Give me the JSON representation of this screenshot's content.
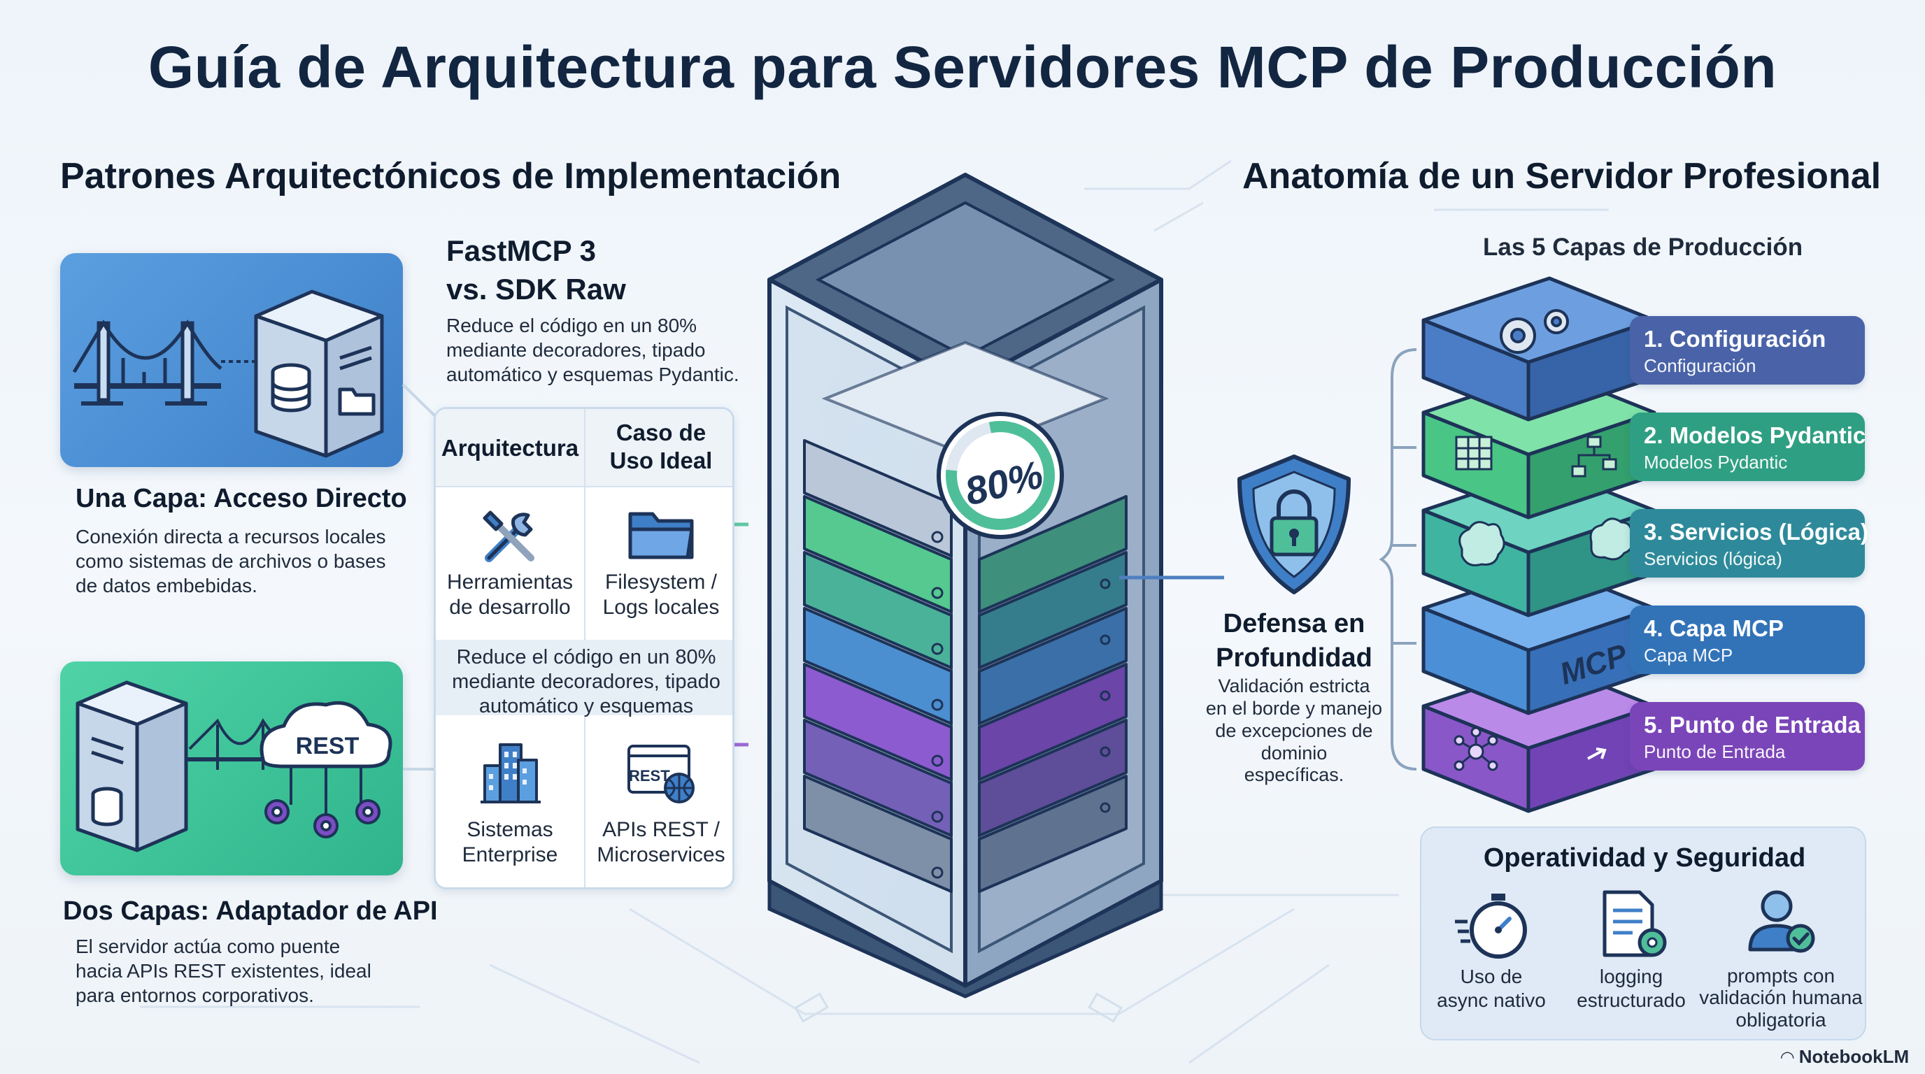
{
  "title": "Guía de Arquitectura para Servidores MCP de Producción",
  "left": {
    "section_title": "Patrones Arquitectónicos de Implementación",
    "one_layer": {
      "heading": "Una Capa: Acceso Directo",
      "text_lines": [
        "Conexión directa a recursos locales",
        "como sistemas de archivos o bases",
        "de datos embebidas."
      ]
    },
    "two_layers": {
      "heading": "Dos Capas: Adaptador de API",
      "badge": "REST",
      "text_lines": [
        "El servidor actúa como puente",
        "hacia APIs REST existentes, ideal",
        "para entornos corporativos."
      ]
    }
  },
  "fastmcp": {
    "heading_lines": [
      "FastMCP 3",
      "vs. SDK Raw"
    ],
    "text_lines": [
      "Reduce el código en un 80%",
      "mediante decoradores, tipado",
      "automático y esquemas Pydantic."
    ],
    "table": {
      "col1": "Arquitectura",
      "col2_lines": [
        "Caso de",
        "Uso Ideal"
      ],
      "row1": {
        "left_lines": [
          "Herramientas",
          "de desarrollo"
        ],
        "right_lines": [
          "Filesystem /",
          "Logs locales"
        ]
      },
      "middle_lines": [
        "Reduce el código en un 80%",
        "mediante decoradores, tipado",
        "automático y esquemas"
      ],
      "row2": {
        "left_lines": [
          "Sistemas",
          "Enterprise"
        ],
        "right_badge": "REST",
        "right_lines": [
          "APIs REST /",
          "Microservices"
        ]
      }
    }
  },
  "server": {
    "gauge_value": "80%",
    "gauge_fraction": 0.8
  },
  "right": {
    "section_title": "Anatomía de un Servidor Profesional",
    "layers_title": "Las 5 Capas de Producción",
    "defense": {
      "heading_lines": [
        "Defensa en",
        "Profundidad"
      ],
      "text_lines": [
        "Validación estricta",
        "en el borde y manejo",
        "de excepciones de",
        "dominio",
        "específicas."
      ]
    },
    "layers": [
      {
        "title": "1. Configuración",
        "subtitle": "Configuración",
        "color": "#4a63a8"
      },
      {
        "title": "2. Modelos Pydantic",
        "subtitle": "Modelos Pydantic",
        "color": "#2f9f83"
      },
      {
        "title": "3. Servicios (Lógica)",
        "subtitle": "Servicios (lógica)",
        "color": "#2e8a9a"
      },
      {
        "title": "4. Capa MCP",
        "subtitle": "Capa MCP",
        "color": "#3273b8"
      },
      {
        "title": "5. Punto de Entrada",
        "subtitle": "Punto de Entrada",
        "color": "#7a45b8"
      }
    ],
    "mcp_label": "MCP",
    "ops": {
      "title": "Operatividad y Seguridad",
      "items": [
        {
          "lines": [
            "Uso de",
            "async nativo"
          ],
          "icon": "stopwatch-icon"
        },
        {
          "lines": [
            "logging",
            "estructurado"
          ],
          "icon": "document-gear-icon"
        },
        {
          "lines": [
            "prompts con",
            "validación humana",
            "obligatoria"
          ],
          "icon": "user-check-icon"
        }
      ]
    }
  },
  "branding": "NotebookLM"
}
